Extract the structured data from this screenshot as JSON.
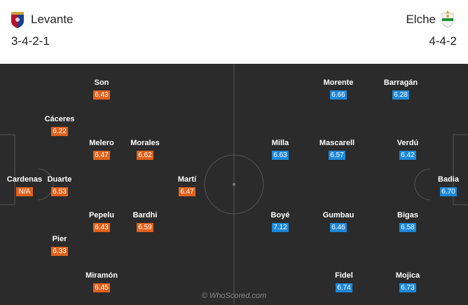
{
  "home": {
    "name": "Levante",
    "formation": "3-4-2-1",
    "logo_icon": "levante-crest-icon",
    "rating_color": "#e0621d",
    "players": [
      {
        "name": "Son",
        "rating": "6.43"
      },
      {
        "name": "Cáceres",
        "rating": "6.22"
      },
      {
        "name": "Melero",
        "rating": "6.47"
      },
      {
        "name": "Morales",
        "rating": "6.62"
      },
      {
        "name": "Cardenas",
        "rating": "N/A"
      },
      {
        "name": "Duarte",
        "rating": "6.53"
      },
      {
        "name": "Martí",
        "rating": "6.47"
      },
      {
        "name": "Pepelu",
        "rating": "6.43"
      },
      {
        "name": "Bardhi",
        "rating": "6.59"
      },
      {
        "name": "Pier",
        "rating": "6.33"
      },
      {
        "name": "Miramón",
        "rating": "6.45"
      }
    ]
  },
  "away": {
    "name": "Elche",
    "formation": "4-4-2",
    "logo_icon": "elche-crest-icon",
    "rating_color": "#1e88d8",
    "players": [
      {
        "name": "Morente",
        "rating": "6.66"
      },
      {
        "name": "Barragán",
        "rating": "6.28"
      },
      {
        "name": "Milla",
        "rating": "6.63"
      },
      {
        "name": "Mascarell",
        "rating": "6.57"
      },
      {
        "name": "Verdú",
        "rating": "6.42"
      },
      {
        "name": "Badia",
        "rating": "6.70"
      },
      {
        "name": "Boyé",
        "rating": "7.12"
      },
      {
        "name": "Gumbau",
        "rating": "6.46"
      },
      {
        "name": "Bigas",
        "rating": "6.58"
      },
      {
        "name": "Fidel",
        "rating": "6.74"
      },
      {
        "name": "Mojica",
        "rating": "6.73"
      }
    ]
  },
  "pitch_color": "#2b2b2b",
  "watermark": "© WhoScored.com"
}
